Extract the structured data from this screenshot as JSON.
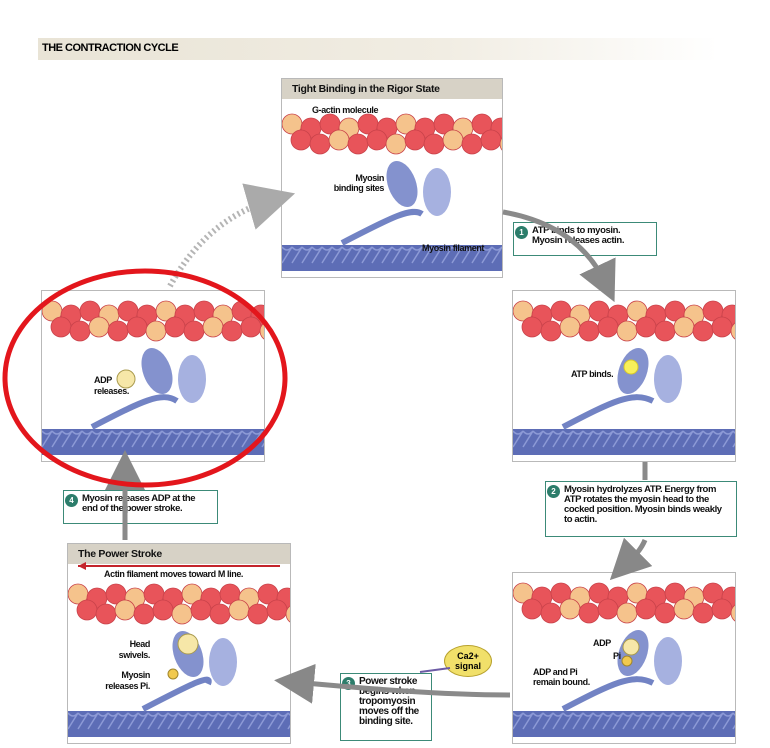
{
  "header": {
    "title": "THE CONTRACTION CYCLE"
  },
  "panels": {
    "rigor": {
      "title": "Tight Binding in the Rigor State",
      "gactin": "G-actin molecule",
      "sites_1": "Myosin",
      "sites_2": "binding sites",
      "filament": "Myosin filament"
    },
    "atp": {
      "label": "ATP binds."
    },
    "cocked": {
      "adp": "ADP",
      "pi": "Pi",
      "remain_1": "ADP and Pi",
      "remain_2": "remain bound."
    },
    "power": {
      "title": "The Power Stroke",
      "actin_move": "Actin filament moves toward M line.",
      "head_1": "Head",
      "head_2": "swivels.",
      "rel_1": "Myosin",
      "rel_2": "releases Pi."
    },
    "release": {
      "adp_1": "ADP",
      "adp_2": "releases."
    }
  },
  "steps": [
    {
      "num": "1",
      "text": "ATP binds to myosin. Myosin releases actin."
    },
    {
      "num": "2",
      "text": "Myosin hydrolyzes ATP. Energy from ATP rotates the myosin head to the cocked position. Myosin binds weakly to actin."
    },
    {
      "num": "3",
      "text": "Power stroke begins when tropomyosin moves off the binding site."
    },
    {
      "num": "4",
      "text": "Myosin releases ADP at the end of the power stroke."
    }
  ],
  "signal": {
    "line1": "Ca2+",
    "line2": "signal"
  },
  "colors": {
    "actin_red": "#e8545a",
    "actin_peach": "#f5c38c",
    "myosin_blue": "#6f7fc6",
    "step_border": "#3c8a78",
    "highlight": "#e3161c",
    "arrow": "#8a8a8a",
    "ca_yellow": "#f1e06a"
  }
}
